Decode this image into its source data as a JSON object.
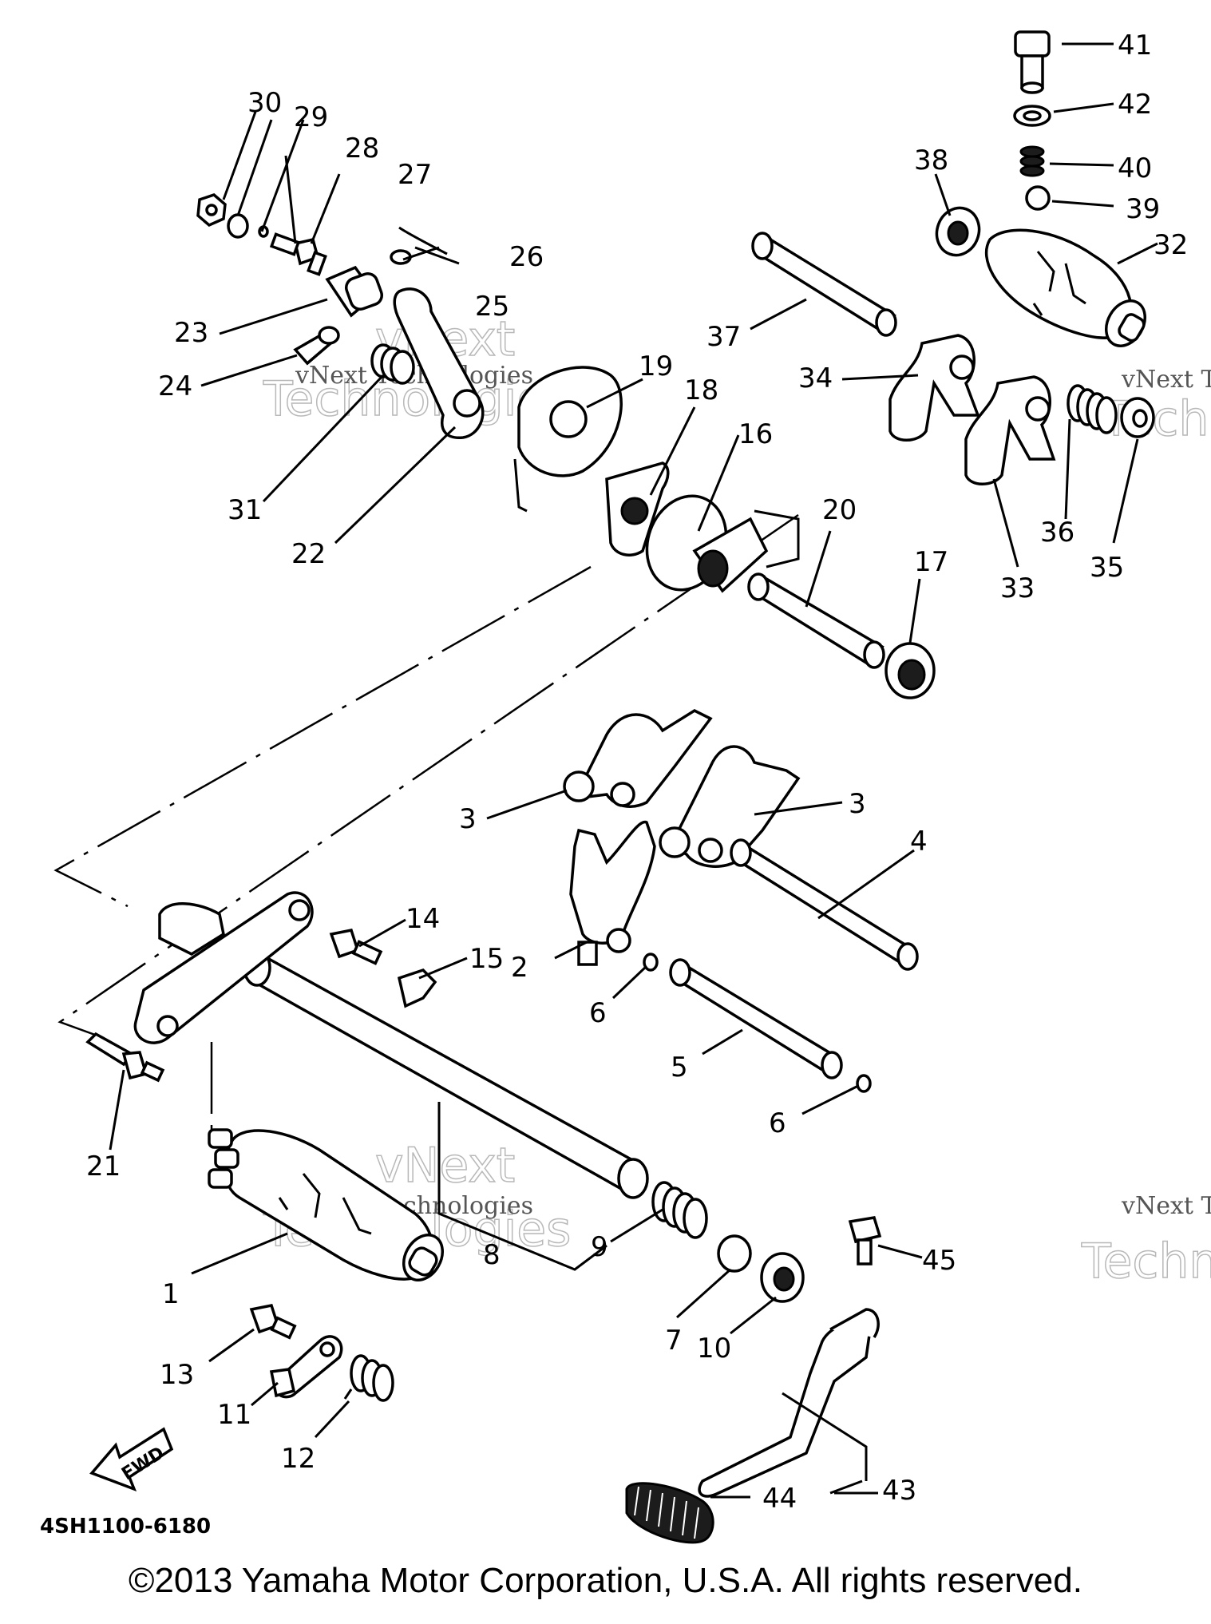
{
  "diagram": {
    "part_code": "4SH1100-6180",
    "fwd_label": "FWD",
    "callouts": [
      {
        "id": "n1",
        "text": "1"
      },
      {
        "id": "n2",
        "text": "2"
      },
      {
        "id": "n3a",
        "text": "3"
      },
      {
        "id": "n3b",
        "text": "3"
      },
      {
        "id": "n4",
        "text": "4"
      },
      {
        "id": "n5",
        "text": "5"
      },
      {
        "id": "n6a",
        "text": "6"
      },
      {
        "id": "n6b",
        "text": "6"
      },
      {
        "id": "n7",
        "text": "7"
      },
      {
        "id": "n8",
        "text": "8"
      },
      {
        "id": "n9",
        "text": "9"
      },
      {
        "id": "n10",
        "text": "10"
      },
      {
        "id": "n11",
        "text": "11"
      },
      {
        "id": "n12",
        "text": "12"
      },
      {
        "id": "n13",
        "text": "13"
      },
      {
        "id": "n14",
        "text": "14"
      },
      {
        "id": "n15",
        "text": "15"
      },
      {
        "id": "n16",
        "text": "16"
      },
      {
        "id": "n17",
        "text": "17"
      },
      {
        "id": "n18",
        "text": "18"
      },
      {
        "id": "n19",
        "text": "19"
      },
      {
        "id": "n20",
        "text": "20"
      },
      {
        "id": "n21",
        "text": "21"
      },
      {
        "id": "n22",
        "text": "22"
      },
      {
        "id": "n23",
        "text": "23"
      },
      {
        "id": "n24",
        "text": "24"
      },
      {
        "id": "n25",
        "text": "25"
      },
      {
        "id": "n26",
        "text": "26"
      },
      {
        "id": "n27",
        "text": "27"
      },
      {
        "id": "n28",
        "text": "28"
      },
      {
        "id": "n29",
        "text": "29"
      },
      {
        "id": "n30",
        "text": "30"
      },
      {
        "id": "n31",
        "text": "31"
      },
      {
        "id": "n32",
        "text": "32"
      },
      {
        "id": "n33",
        "text": "33"
      },
      {
        "id": "n34",
        "text": "34"
      },
      {
        "id": "n35",
        "text": "35"
      },
      {
        "id": "n36",
        "text": "36"
      },
      {
        "id": "n37",
        "text": "37"
      },
      {
        "id": "n38",
        "text": "38"
      },
      {
        "id": "n39",
        "text": "39"
      },
      {
        "id": "n40",
        "text": "40"
      },
      {
        "id": "n41",
        "text": "41"
      },
      {
        "id": "n42",
        "text": "42"
      },
      {
        "id": "n43",
        "text": "43"
      },
      {
        "id": "n44",
        "text": "44"
      },
      {
        "id": "n45",
        "text": "45"
      }
    ]
  },
  "watermark": {
    "text_1": "vNext Technologies",
    "text_2": "Technologies",
    "text_3": "vNext",
    "text_4": "vNext T",
    "text_5": "Techn"
  },
  "footer": {
    "copyright": "©2013 Yamaha Motor Corporation, U.S.A. All rights reserved."
  }
}
